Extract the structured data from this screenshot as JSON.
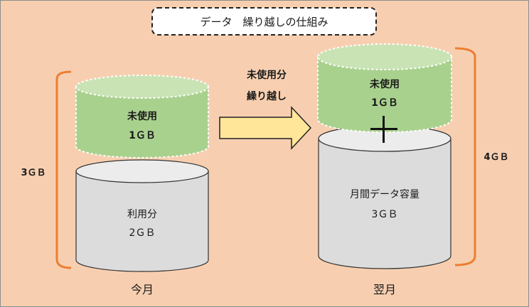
{
  "title": "データ　繰り越しの仕組み",
  "colors": {
    "background": "#f7cfb0",
    "green": "#a9d18e",
    "gray": "#dcdcdc",
    "arrow": "#ffe699",
    "bracket": "#ed7d31"
  },
  "this_month": {
    "label": "今月",
    "total": "3ＧＢ",
    "unused_label": "未使用",
    "unused_amount": "1ＧＢ",
    "used_label": "利用分",
    "used_amount": "2ＧＢ"
  },
  "arrow": {
    "line1": "未使用分",
    "line2": "繰り越し"
  },
  "next_month": {
    "label": "翌月",
    "total": "4ＧＢ",
    "carry_label": "未使用",
    "carry_amount": "1ＧＢ",
    "plus": "＋",
    "capacity_label": "月間データ容量",
    "capacity_amount": "3ＧＢ"
  }
}
